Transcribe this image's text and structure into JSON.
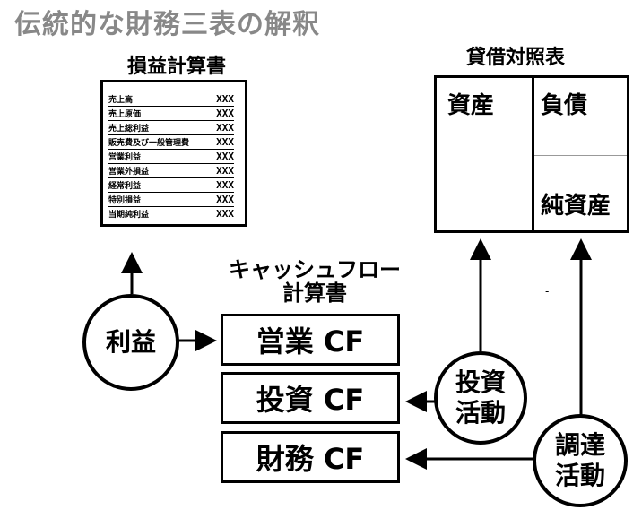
{
  "title": "伝統的な財務三表の解釈",
  "income_statement": {
    "title": "損益計算書",
    "rows": [
      {
        "label": "売上高",
        "value": "XXX"
      },
      {
        "label": "売上原価",
        "value": "XXX"
      },
      {
        "label": "売上総利益",
        "value": "XXX"
      },
      {
        "label": "販売費及び一般管理費",
        "value": "XXX"
      },
      {
        "label": "営業利益",
        "value": "XXX"
      },
      {
        "label": "営業外損益",
        "value": "XXX"
      },
      {
        "label": "経常利益",
        "value": "XXX"
      },
      {
        "label": "特別損益",
        "value": "XXX"
      },
      {
        "label": "当期純利益",
        "value": "XXX"
      }
    ]
  },
  "balance_sheet": {
    "title": "貸借対照表",
    "assets": "資産",
    "liabilities": "負債",
    "net_assets": "純資産"
  },
  "cash_flow": {
    "title_line1": "キャッシュフロー",
    "title_line2": "計算書",
    "operating": "営業 CF",
    "investing": "投資 CF",
    "financing": "財務 CF"
  },
  "circles": {
    "profit": "利益",
    "investing_line1": "投資",
    "investing_line2": "活動",
    "financing_line1": "調達",
    "financing_line2": "活動"
  },
  "misc": {
    "dash": "-"
  }
}
